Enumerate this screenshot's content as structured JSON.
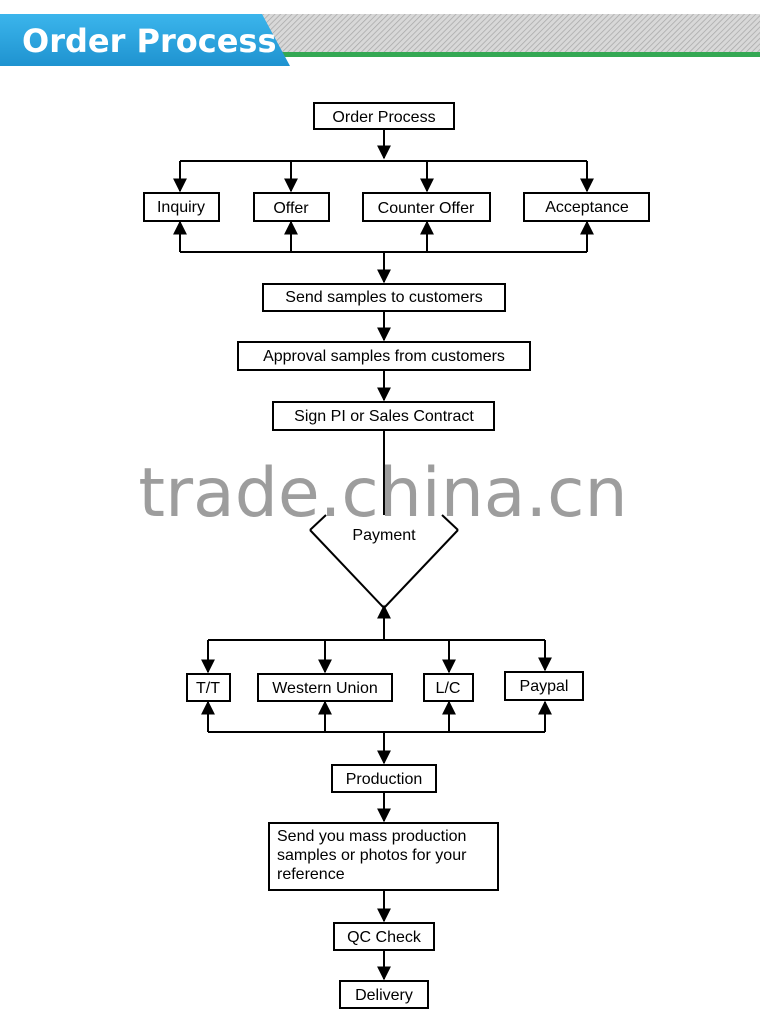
{
  "header": {
    "title": "Order Process",
    "accent_color": "#2aa6e0",
    "line_color": "#34a853"
  },
  "watermark": "trade.china.cn",
  "flow": {
    "start": "Order Process",
    "negotiation": [
      "Inquiry",
      "Offer",
      "Counter Offer",
      "Acceptance"
    ],
    "send_samples": "Send samples to customers",
    "approval": "Approval samples from customers",
    "sign": "Sign PI or Sales Contract",
    "payment": "Payment",
    "payment_methods": [
      "T/T",
      "Western Union",
      "L/C",
      "Paypal"
    ],
    "production": "Production",
    "mass_samples": [
      "Send you mass production",
      "samples or photos for your",
      "reference"
    ],
    "qc": "QC Check",
    "delivery": "Delivery"
  }
}
